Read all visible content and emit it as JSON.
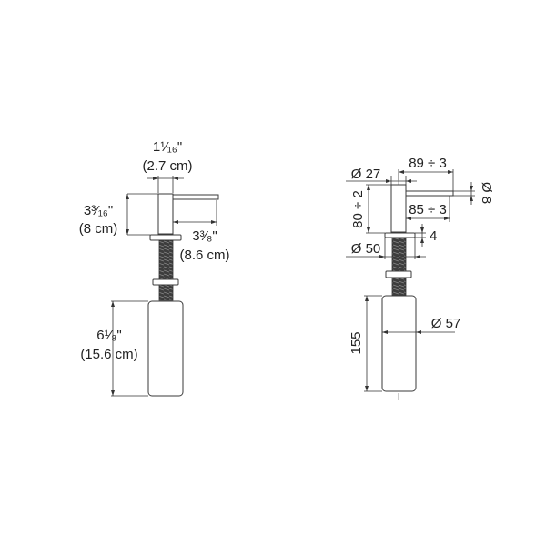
{
  "colors": {
    "line": "#333333",
    "part_stroke": "#3a3a3a",
    "thread_fill": "#444444",
    "background": "#ffffff"
  },
  "imperial_view": {
    "spout_diameter": {
      "fraction": "1¹⁄₁₆\"",
      "metric": "(2.7 cm)"
    },
    "spout_height": {
      "fraction": "3³⁄₁₆\"",
      "metric": "(8 cm)"
    },
    "spout_reach": {
      "fraction": "3³⁄₈\"",
      "metric": "(8.6 cm)"
    },
    "bottle_height": {
      "fraction": "6¹⁄₈\"",
      "metric": "(15.6 cm)"
    }
  },
  "metric_view": {
    "spout_reach": "89 ÷ 3",
    "head_diameter": "Ø 27",
    "nozzle_diameter": "Ø 8",
    "head_height": "80 ÷ 2",
    "nozzle_reach": "85 ÷ 3",
    "flange_diameter": "Ø 50",
    "flange_thickness": "4",
    "bottle_diameter": "Ø 57",
    "bottle_height": "155"
  }
}
